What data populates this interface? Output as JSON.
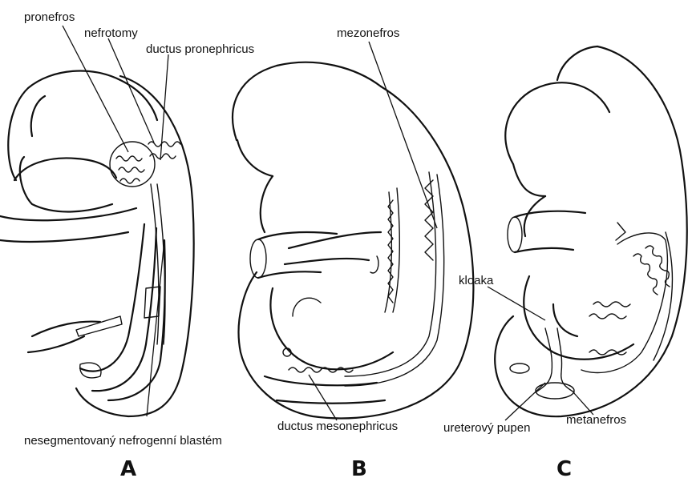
{
  "labels": {
    "pronefros": "pronefros",
    "nefrotomy": "nefrotomy",
    "ductus_pronephricus": "ductus pronephricus",
    "mezonefros": "mezonefros",
    "kloaka": "kloaka",
    "nesegmentovany": "nesegmentovaný nefrogenní blastém",
    "ductus_mesonephricus": "ductus mesonephricus",
    "ureterovy_pupen": "ureterový pupen",
    "metanefros": "metanefros"
  },
  "panels": {
    "a": "A",
    "b": "B",
    "c": "C"
  }
}
